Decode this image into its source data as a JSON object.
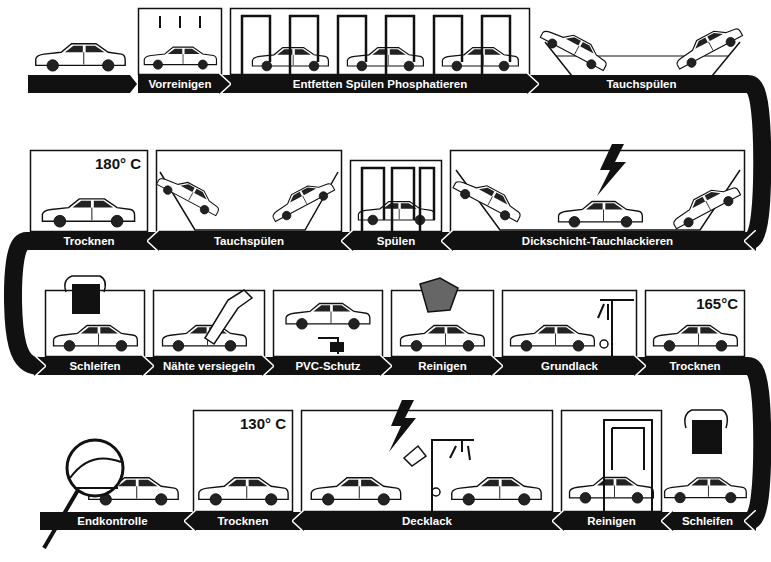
{
  "diagram": {
    "nodes": [
      {
        "text": [
          "Vorreinigen"
        ]
      },
      {
        "text": [
          "Entfetten Spülen Phosphatieren"
        ]
      },
      {
        "text": [
          "Tauchspülen"
        ]
      },
      {
        "text": [
          "Dickschicht-Tauchlackieren"
        ]
      },
      {
        "text": [
          "Spülen"
        ]
      },
      {
        "text": [
          "Tauchspülen"
        ]
      },
      {
        "text": [
          "Trocknen",
          "180° C"
        ]
      },
      {
        "text": [
          "Schleifen"
        ]
      },
      {
        "text": [
          "Nähte versiegeln"
        ]
      },
      {
        "text": [
          "PVC-Schutz"
        ]
      },
      {
        "text": [
          "Reinigen"
        ]
      },
      {
        "text": [
          "Grundlack"
        ]
      },
      {
        "text": [
          "Trocknen",
          "165°C"
        ]
      },
      {
        "text": [
          "Schleifen"
        ]
      },
      {
        "text": [
          "Reinigen"
        ]
      },
      {
        "text": [
          "Decklack"
        ]
      },
      {
        "text": [
          "Trocknen",
          "130° C"
        ]
      },
      {
        "text": [
          "Endkontrolle"
        ]
      }
    ],
    "edges": [
      {
        "from": 0,
        "to": 1,
        "arrow": "to"
      },
      {
        "from": 1,
        "to": 2,
        "arrow": "to"
      },
      {
        "from": 2,
        "to": 3,
        "arrow": "to"
      },
      {
        "from": 3,
        "to": 4,
        "arrow": "to"
      },
      {
        "from": 4,
        "to": 5,
        "arrow": "to"
      },
      {
        "from": 5,
        "to": 6,
        "arrow": "to"
      },
      {
        "from": 6,
        "to": 7,
        "arrow": "to"
      },
      {
        "from": 7,
        "to": 8,
        "arrow": "to"
      },
      {
        "from": 8,
        "to": 9,
        "arrow": "to"
      },
      {
        "from": 9,
        "to": 10,
        "arrow": "to"
      },
      {
        "from": 10,
        "to": 11,
        "arrow": "to"
      },
      {
        "from": 11,
        "to": 12,
        "arrow": "to"
      },
      {
        "from": 12,
        "to": 13,
        "arrow": "to"
      },
      {
        "from": 13,
        "to": 14,
        "arrow": "to"
      },
      {
        "from": 14,
        "to": 15,
        "arrow": "to"
      },
      {
        "from": 15,
        "to": 16,
        "arrow": "to"
      },
      {
        "from": 16,
        "to": 17,
        "arrow": "to"
      }
    ]
  }
}
